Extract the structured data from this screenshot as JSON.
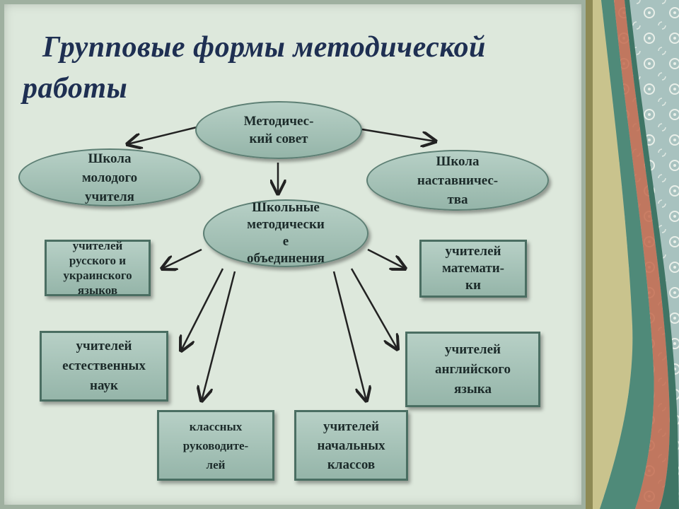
{
  "title": {
    "line1": "Групповые формы методической",
    "line2": "работы"
  },
  "nodes": {
    "council": "Методичес-\nкий совет",
    "young_teacher_school": "Школа\nмолодого\nучителя",
    "mentoring_school": "Школа\nнаставничес-\nтва",
    "school_associations": "Школьные\nметодически\nе\nобъединения",
    "russian_ukrainian": "учителей\nрусского и\nукраинского\nязыков",
    "math": "учителей\nматемати-\nки",
    "natural_sciences": "учителей\nестественных\nнаук",
    "english": "учителей\nанглийского\nязыка",
    "class_leaders": "классных\nруководите-\nлей",
    "primary": "учителей\nначальных\nклассов"
  },
  "colors": {
    "node_fill": "#a6c3b8",
    "node_border": "#5d7f74",
    "title": "#1e2f52",
    "arrow": "#222222"
  }
}
